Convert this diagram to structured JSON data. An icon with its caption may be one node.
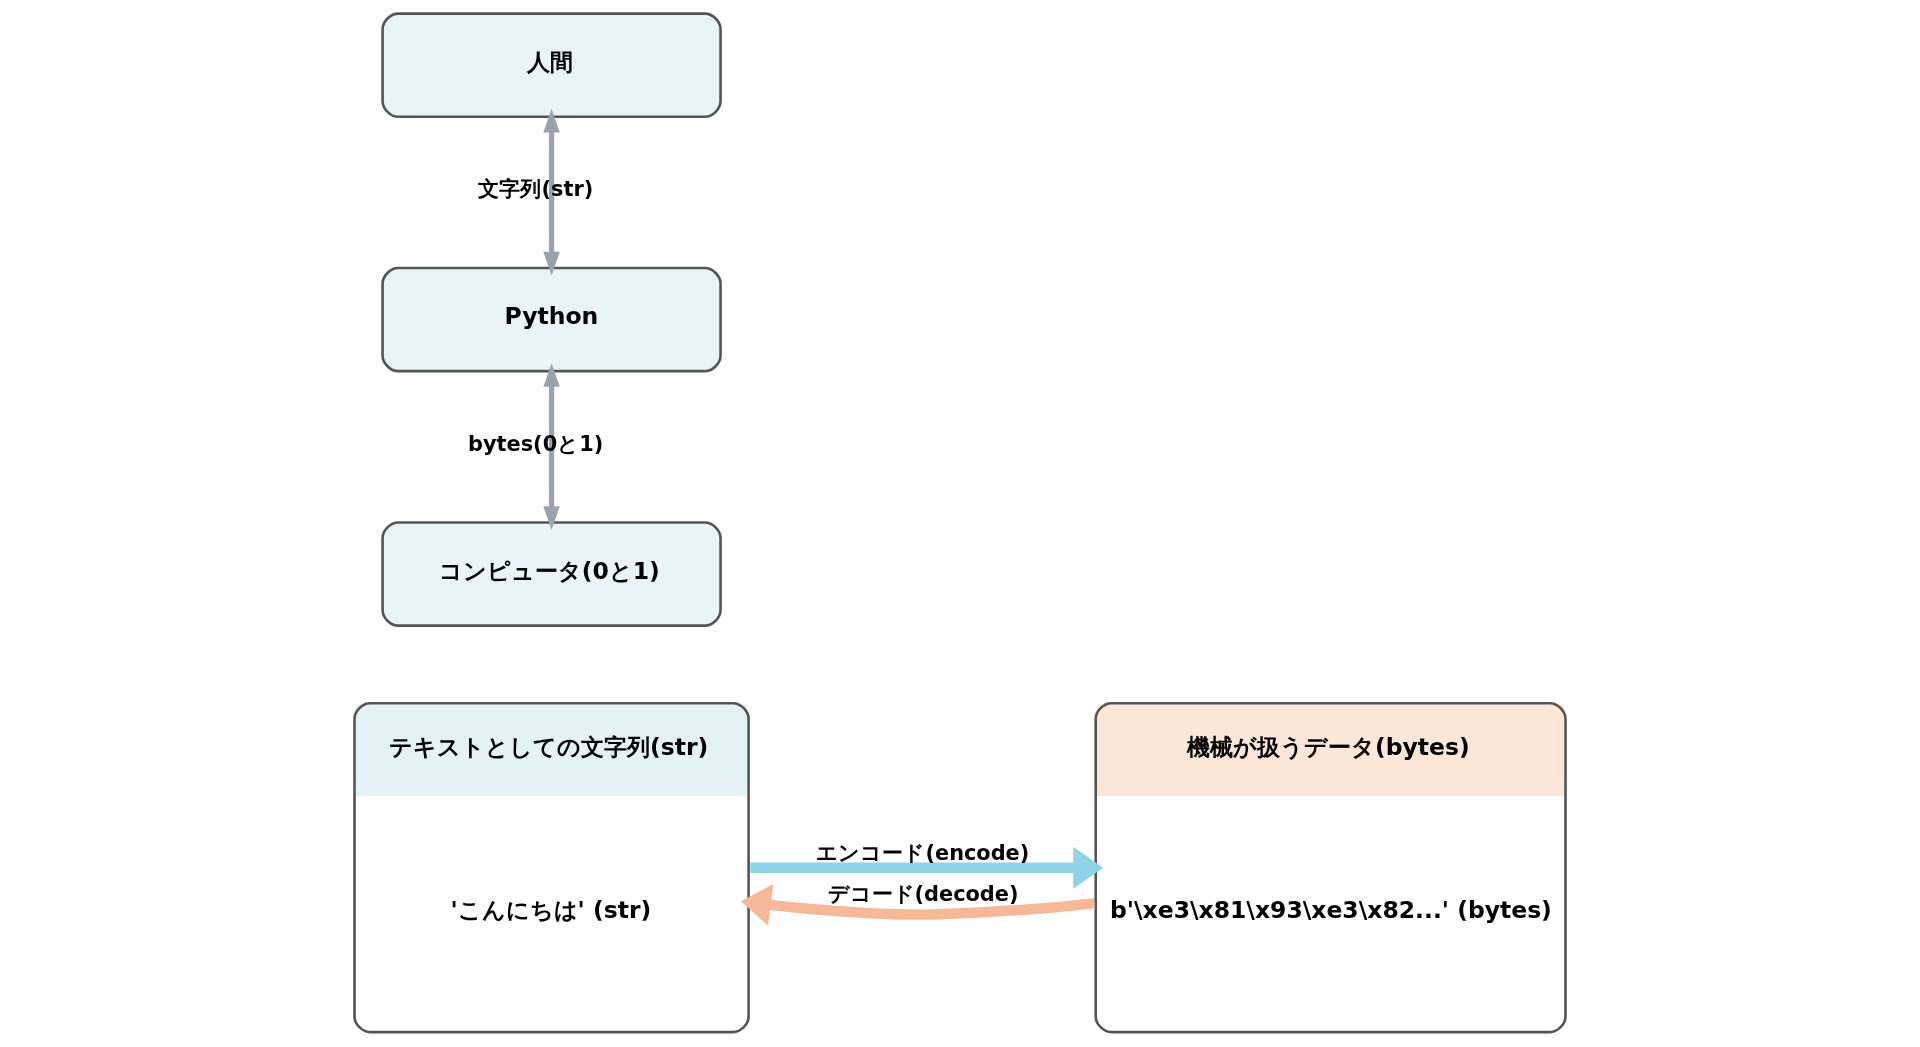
{
  "diagram": {
    "nodes": [
      {
        "text": [
          "テキストとしての文字列(str)",
          "'こんにちは' (str)"
        ]
      },
      {
        "text": [
          "機械が扱うデータ(bytes)",
          "b'\\xe3\\x81\\x93\\xe3\\x82...' (bytes)"
        ]
      },
      {
        "text": [
          "人間"
        ]
      },
      {
        "text": [
          "Python"
        ]
      },
      {
        "text": [
          "コンピュータ(0と1)"
        ]
      }
    ],
    "edges": [
      {
        "from": 0,
        "to": 1,
        "arrow": "to",
        "label": "エンコード(encode)",
        "style": "thick",
        "color": "#8fd3e6"
      },
      {
        "from": 1,
        "to": 0,
        "arrow": "to",
        "label": "デコード(decode)",
        "style": "thick",
        "color": "#f7b89a"
      },
      {
        "from": 2,
        "to": 3,
        "arrow": "both",
        "label": "文字列(str)"
      },
      {
        "from": 3,
        "to": 4,
        "arrow": "both",
        "label": "bytes(0と1)"
      }
    ]
  }
}
